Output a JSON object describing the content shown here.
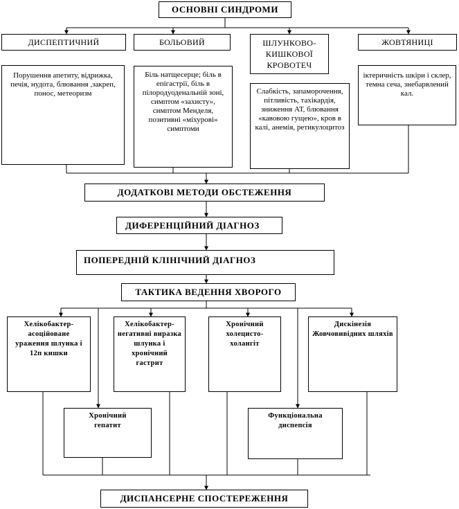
{
  "root": "ОСНОВНІ СИНДРОМИ",
  "syndromes": [
    {
      "name": "ДИСПЕПТИЧНИЙ",
      "description": "Порушення апетиту, відрижка, печія, нудота, блювання ,закреп, понос, метеоризм"
    },
    {
      "name": "БОЛЬОВИЙ",
      "description": "Біль натщесерце; біль в епігастрії, біль в пілородуоденальній зоні, симптом «захисту», симптом Менделя, позитивні «міхурові» симптоми"
    },
    {
      "name": "ШЛУНКОВО-КИШКОВОЇ КРОВОТЕЧ",
      "description": "Слабкість, запаморочення, пітливість, тахікардія, зниження АТ, блювання «кавовою гущею», кров в калі, анемія, ретикулоцитоз"
    },
    {
      "name": "ЖОВТЯНИЦІ",
      "description": "іктеричність шкіри і склер, темна сеча, знебарвлений кал."
    }
  ],
  "steps": [
    "ДОДАТКОВІ МЕТОДИ ОБСТЕЖЕННЯ",
    "ДИФЕРЕНЦІЙНИЙ ДІАГНОЗ",
    "ПОПЕРЕДНІЙ КЛІНІЧНИЙ ДІАГНОЗ",
    "ТАКТИКА ВЕДЕННЯ ХВОРОГО"
  ],
  "diagnoses_upper": [
    "Хелікобактер-асоційоване ураження шлунка і 12п кишки",
    "Хелікобактер-негативні виразка шлунка і хронічний гастрит",
    "Хронічний холецисто-холангіт",
    "Дискінезія Жовчовивідних шляхів"
  ],
  "diagnoses_lower": [
    "Хронічний гепатит",
    "Функціональна диспепсія"
  ],
  "final": "ДИСПАНСЕРНЕ СПОСТЕРЕЖЕННЯ"
}
